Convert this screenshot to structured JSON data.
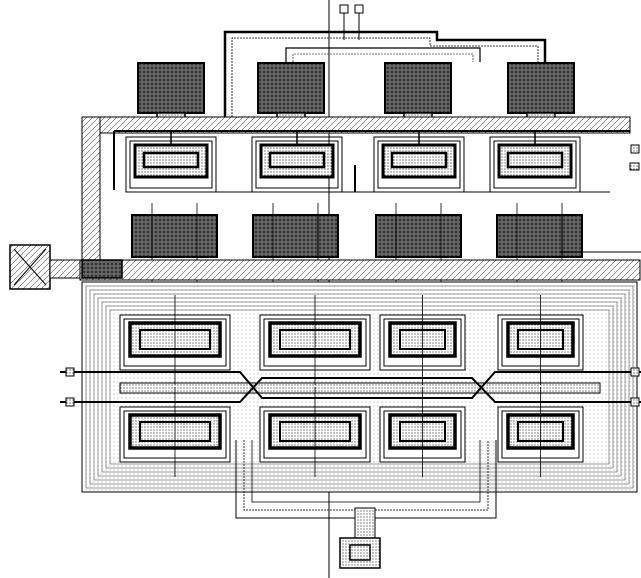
{
  "layout": {
    "top_pins": [
      "",
      ""
    ],
    "bottom_pin": "",
    "left_pad": "",
    "right_pins": [
      "",
      "",
      ""
    ],
    "left_pins": [
      "",
      ""
    ]
  },
  "colors": {
    "ink": "#000000",
    "paper": "#ffffff",
    "dot_fill": "#444444",
    "light_line": "#777777"
  },
  "structure": {
    "top_capacitor_count": 4,
    "mid_capacitor_count": 4,
    "upper_transistor_count": 4,
    "lower_transistor_rows": 2,
    "lower_transistor_cols": 4
  }
}
